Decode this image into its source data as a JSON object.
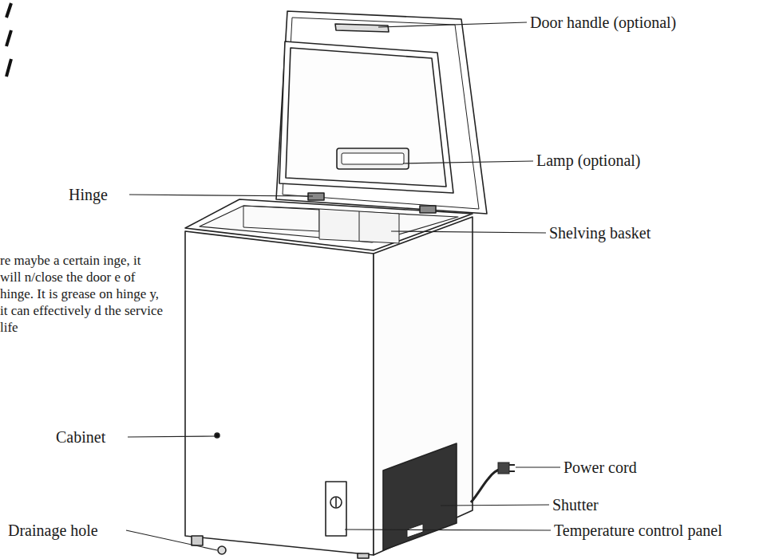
{
  "diagram": {
    "labels": [
      "Door handle (optional)",
      "Lamp (optional)",
      "Hinge",
      "re maybe a certain inge, it will n/close the door e of hinge. It is grease on hinge y, it can effectively d the service life",
      "Shelving basket",
      "Cabinet",
      "Power cord",
      "Shutter",
      "Drainage hole",
      "Temperature control panel"
    ]
  }
}
